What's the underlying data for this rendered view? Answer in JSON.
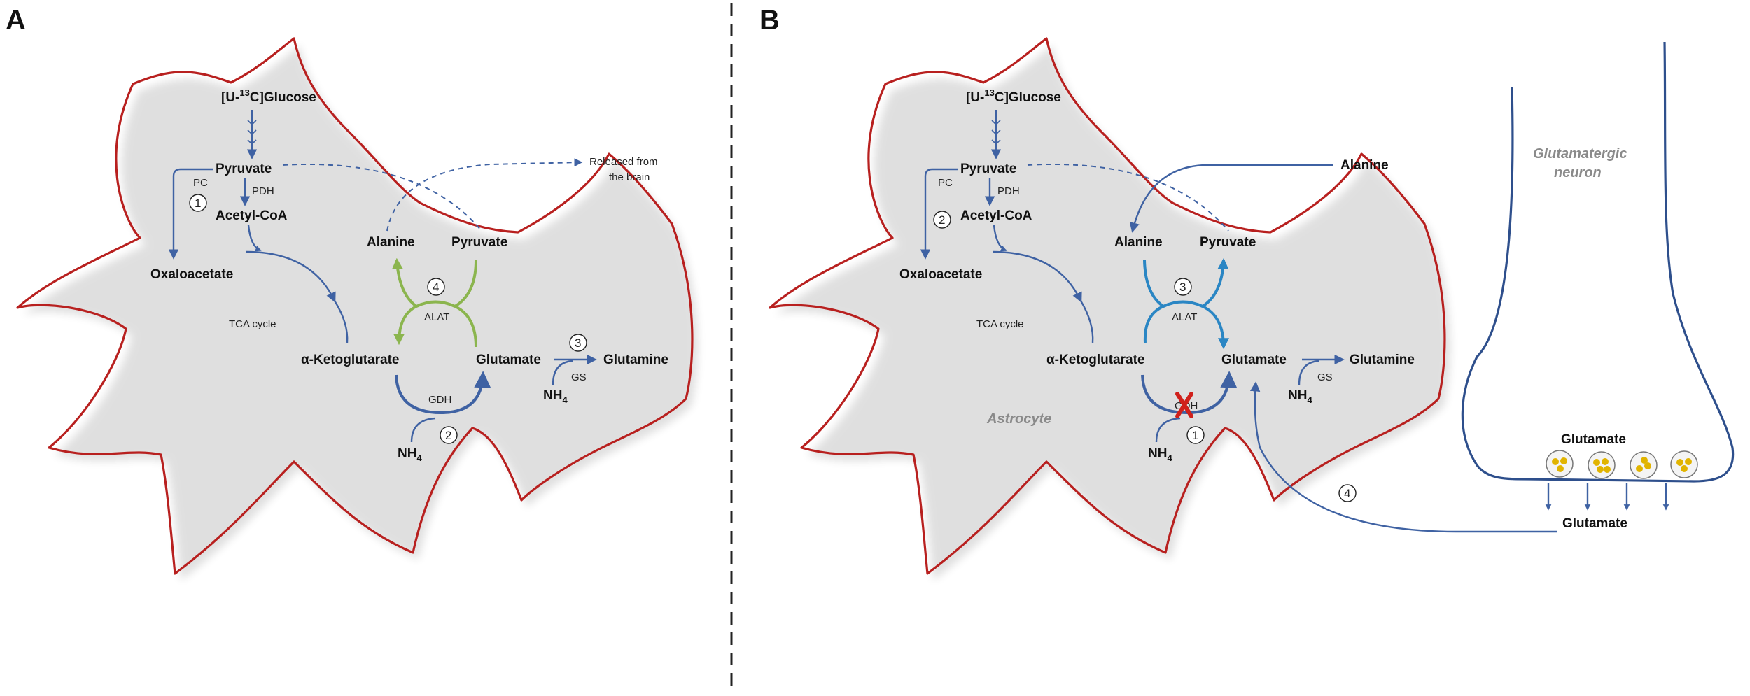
{
  "colors": {
    "cell_outline": "#b8201f",
    "pathway_blue": "#3f62a3",
    "alat_green": "#8bb54e",
    "alat_cyan": "#2a86c4",
    "blocked_x": "#d0201b",
    "neuron_outline": "#2e4f8c",
    "vesicle_glutamate": "#e1b400"
  },
  "panelA": {
    "label": "A",
    "glucose": "[U-",
    "glucose_sup": "13",
    "glucose_end": "C]Glucose",
    "pyruvate": "Pyruvate",
    "pc": "PC",
    "pdh": "PDH",
    "acetyl_coa": "Acetyl-CoA",
    "oxaloacetate": "Oxaloacetate",
    "tca": "TCA cycle",
    "akg": "α-Ketoglutarate",
    "glutamate": "Glutamate",
    "glutamine": "Glutamine",
    "alanine": "Alanine",
    "pyruvate2": "Pyruvate",
    "alat": "ALAT",
    "gdh": "GDH",
    "gs": "GS",
    "nh4": "NH",
    "nh4_sub": "4",
    "released1": "Released from",
    "released2": "the brain",
    "steps": [
      "1",
      "2",
      "3",
      "4"
    ]
  },
  "panelB": {
    "label": "B",
    "glucose": "[U-",
    "glucose_sup": "13",
    "glucose_end": "C]Glucose",
    "pyruvate": "Pyruvate",
    "pc": "PC",
    "pdh": "PDH",
    "acetyl_coa": "Acetyl-CoA",
    "oxaloacetate": "Oxaloacetate",
    "tca": "TCA cycle",
    "akg": "α-Ketoglutarate",
    "glutamate": "Glutamate",
    "glutamine": "Glutamine",
    "alanine": "Alanine",
    "pyruvate2": "Pyruvate",
    "alanine_ext": "Alanine",
    "alat": "ALAT",
    "gdh": "GDH",
    "gs": "GS",
    "nh4": "NH",
    "nh4_sub": "4",
    "astrocyte": "Astrocyte",
    "neuron1": "Glutamatergic",
    "neuron2": "neuron",
    "vesicle_label": "Glutamate",
    "synaptic_glutamate": "Glutamate",
    "steps": [
      "1",
      "2",
      "3",
      "4"
    ]
  }
}
